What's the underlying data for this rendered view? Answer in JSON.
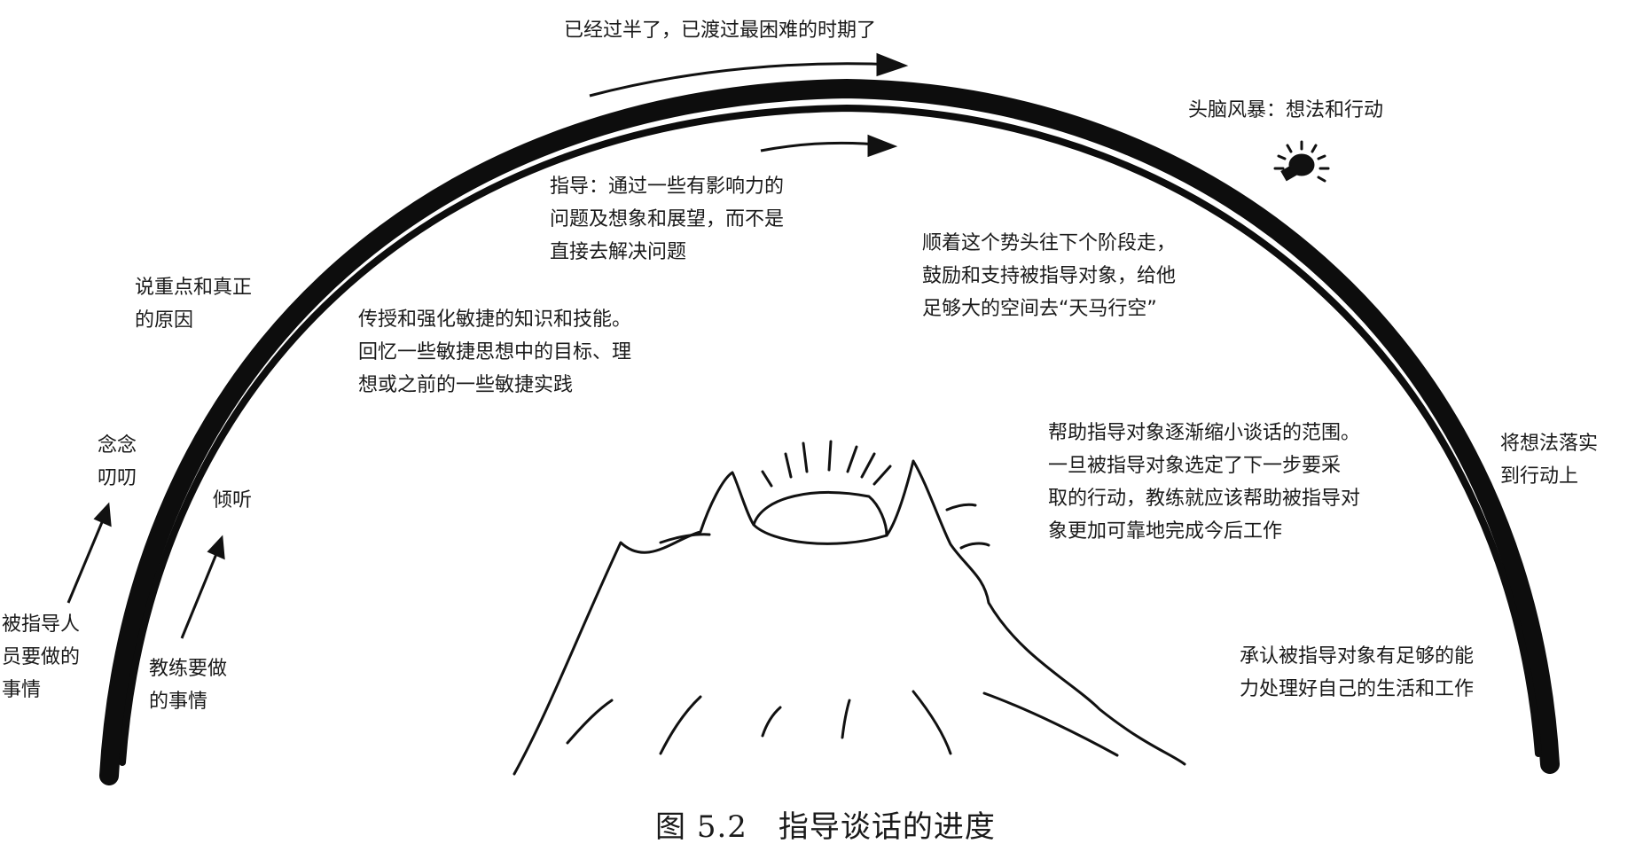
{
  "labels": {
    "top_progress": "已经过半了，已渡过最困难的时期了",
    "brainstorm": "头脑风暴：想法和行动",
    "guidance": [
      "指导：通过一些有影响力的",
      "问题及想象和展望，而不是",
      "直接去解决问题"
    ],
    "momentum": [
      "顺着这个势头往下个阶段走，",
      "鼓励和支持被指导对象，给他",
      "足够大的空间去“天马行空”"
    ],
    "key_points": [
      "说重点和真正",
      "的原因"
    ],
    "teach": [
      "传授和强化敏捷的知识和技能。",
      "回忆一些敏捷思想中的目标、理",
      "想或之前的一些敏捷实践"
    ],
    "narrow": [
      "帮助指导对象逐渐缩小谈话的范围。",
      "一旦被指导对象选定了下一步要采",
      "取的行动，教练就应该帮助被指导对",
      "象更加可靠地完成今后工作"
    ],
    "to_action": [
      "将想法落实",
      "到行动上"
    ],
    "nag": [
      "念念",
      "叨叨"
    ],
    "listen": "倾听",
    "coachee_todo": [
      "被指导人",
      "员要做的",
      "事情"
    ],
    "coach_todo": [
      "教练要做",
      "的事情"
    ],
    "acknowledge": [
      "承认被指导对象有足够的能",
      "力处理好自己的生活和工作"
    ]
  },
  "icons": {
    "lightbulb": "lightbulb-icon"
  },
  "caption": "图 5.2　指导谈话的进度"
}
